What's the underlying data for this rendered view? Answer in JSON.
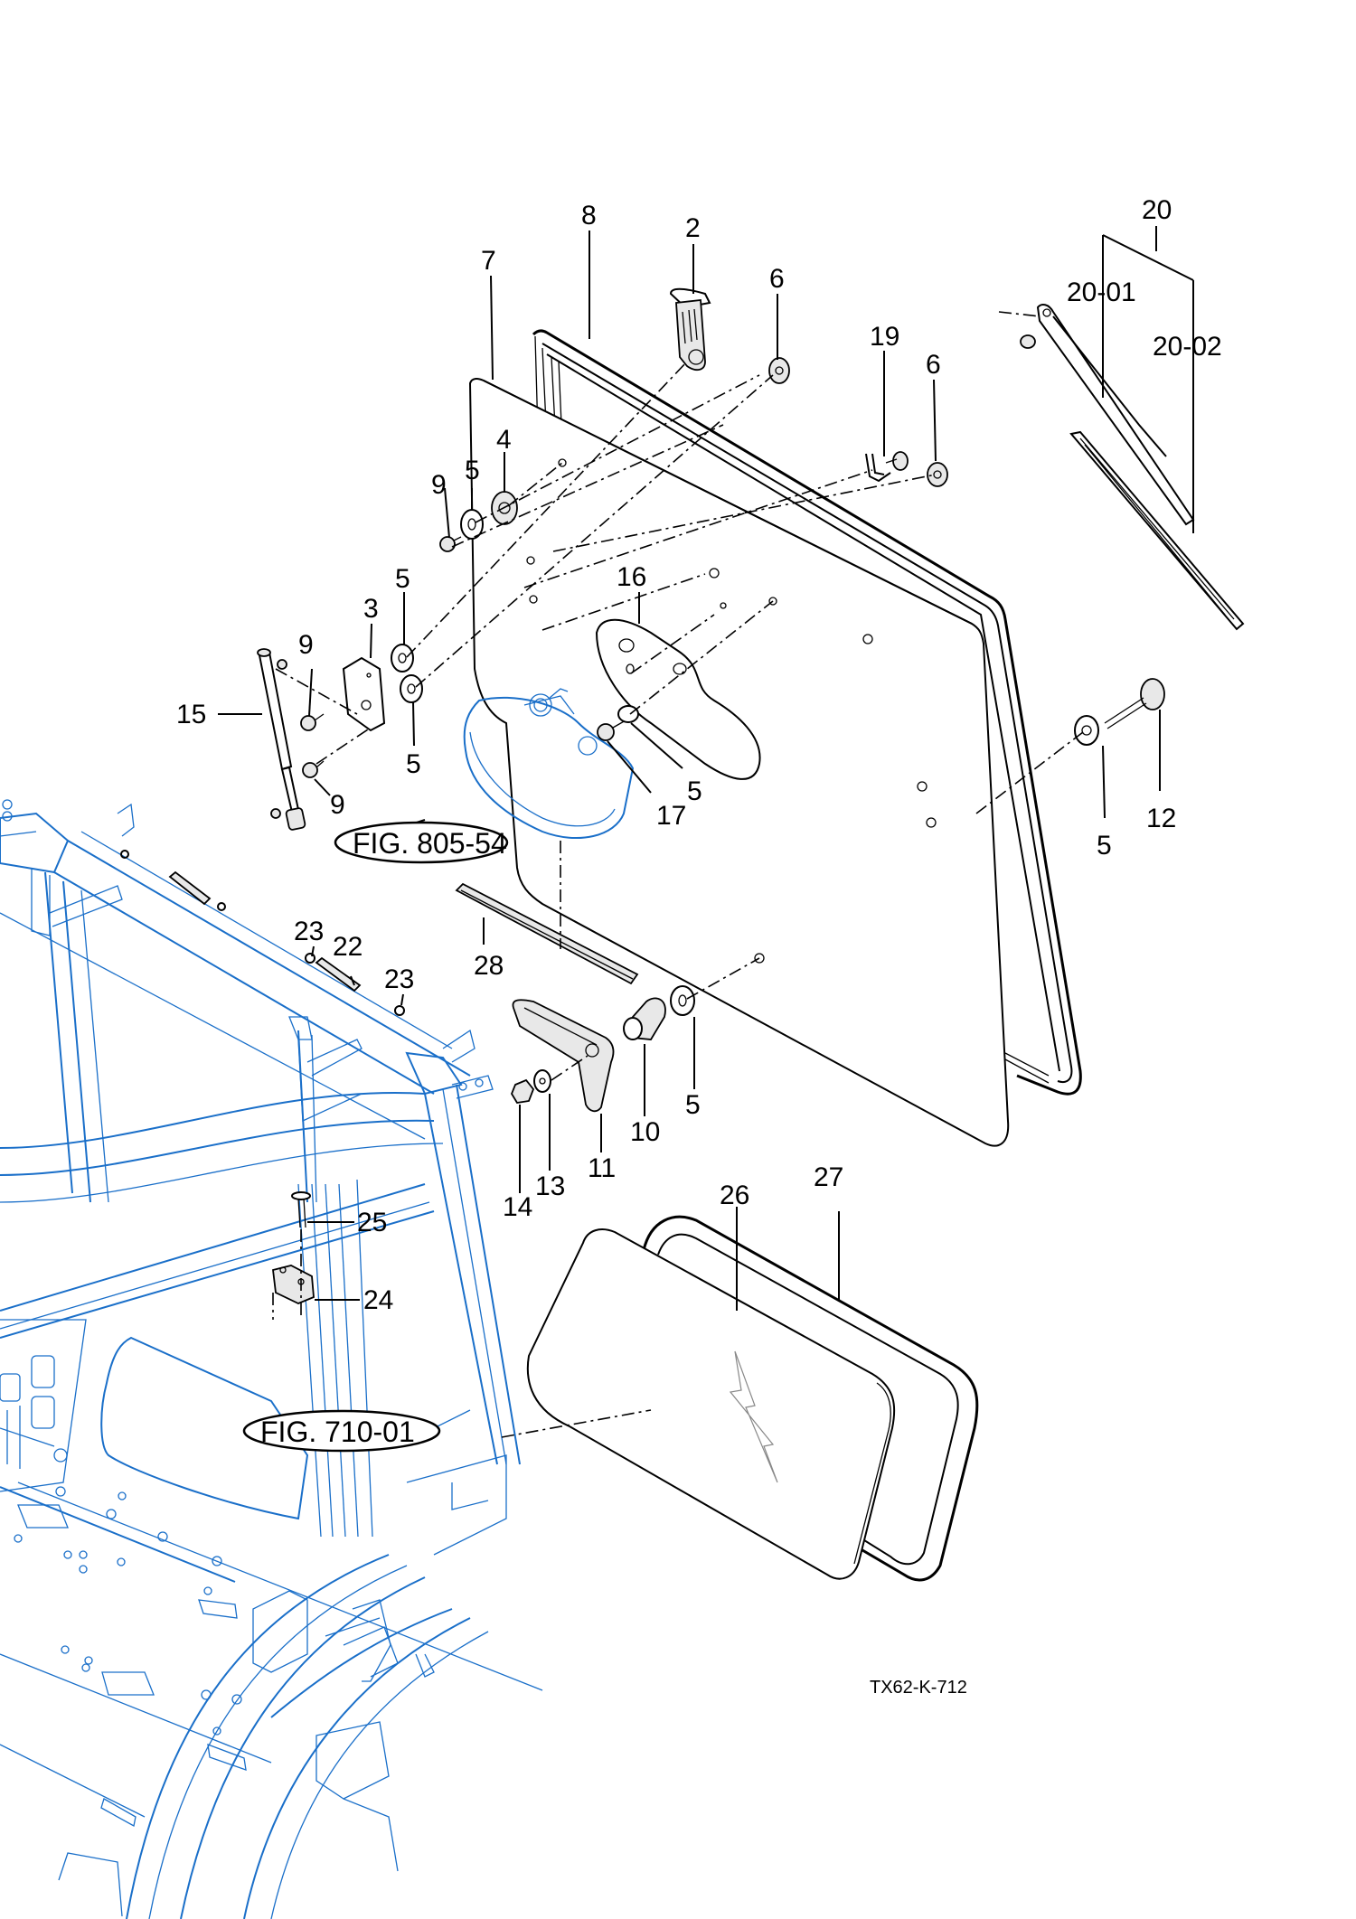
{
  "diagram": {
    "code": "TX62-K-712",
    "colors": {
      "frame_blue": "#1a6fc9",
      "ink": "#000000",
      "logo_grey": "#888888"
    },
    "figure_refs": [
      {
        "id": "fig-805-54",
        "text": "FIG. 805-54"
      },
      {
        "id": "fig-710-01",
        "text": "FIG. 710-01"
      }
    ],
    "callouts": {
      "c20": "20",
      "c20_01": "20-01",
      "c20_02": "20-02",
      "c8": "8",
      "c2": "2",
      "c7": "7",
      "c6a": "6",
      "c19": "19",
      "c6b": "6",
      "c4": "4",
      "c5a": "5",
      "c9a": "9",
      "c16": "16",
      "c5b": "5",
      "c3": "3",
      "c9b": "9",
      "c15": "15",
      "c5c": "5",
      "c17": "17",
      "c5d": "5",
      "c9c": "9",
      "c12": "12",
      "c5e": "5",
      "c28": "28",
      "c23a": "23",
      "c22": "22",
      "c23b": "23",
      "c5f": "5",
      "c10": "10",
      "c11": "11",
      "c13": "13",
      "c14": "14",
      "c27": "27",
      "c26": "26",
      "c25": "25",
      "c24": "24"
    }
  }
}
